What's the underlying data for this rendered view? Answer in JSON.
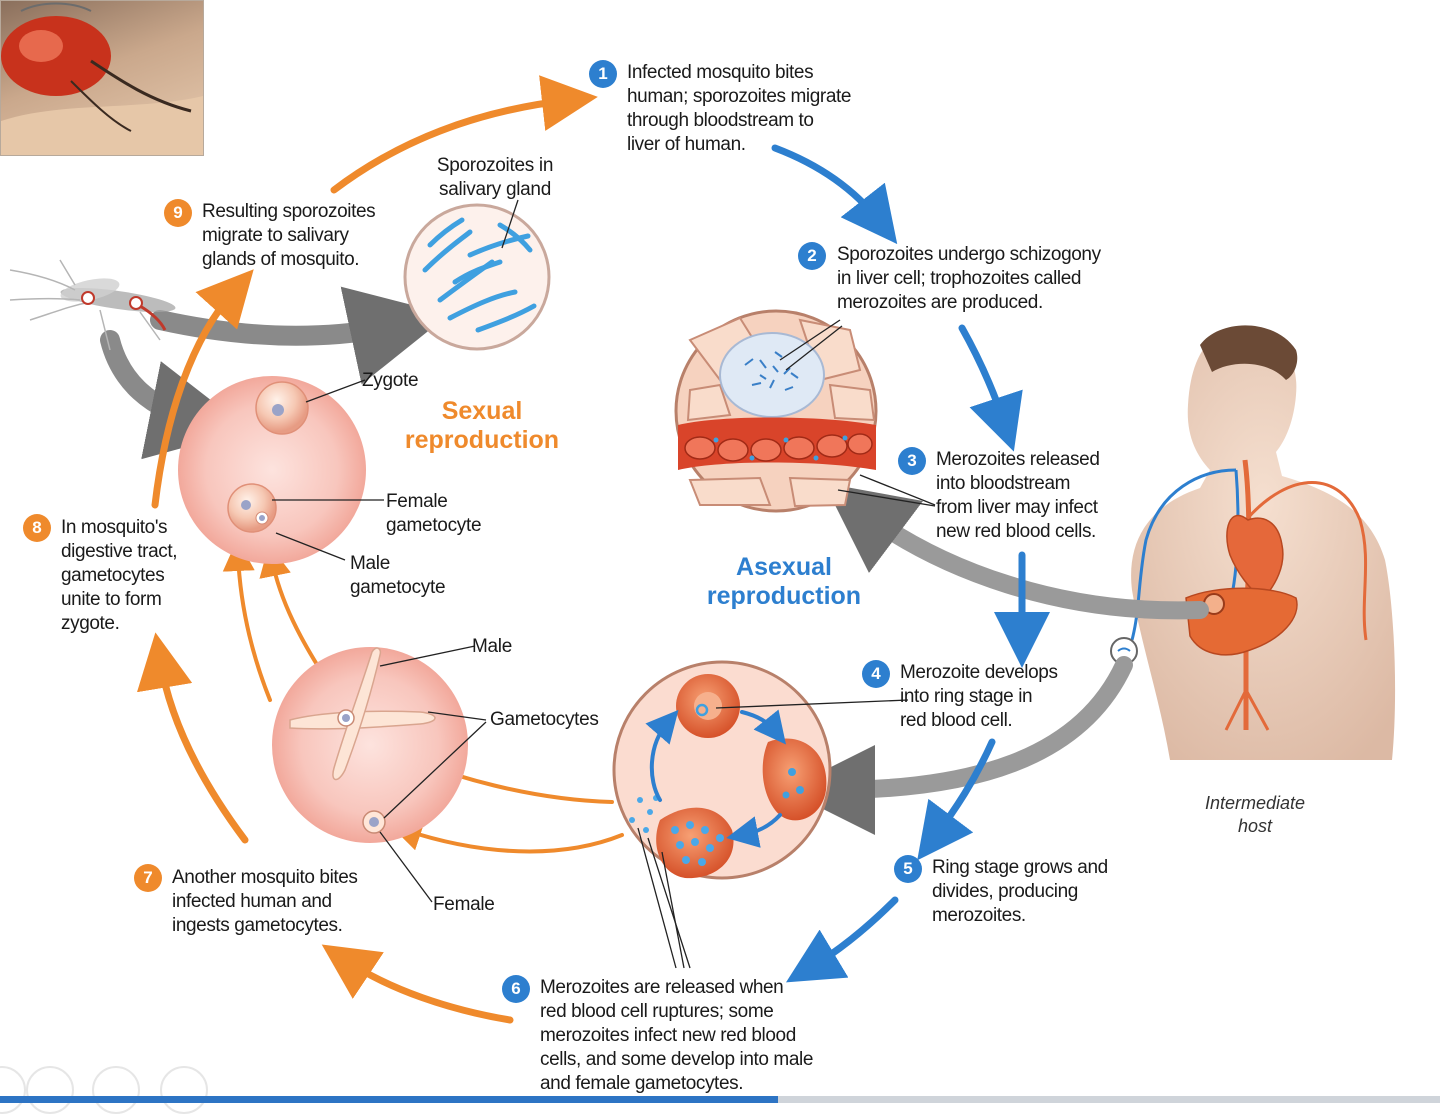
{
  "steps": [
    {
      "num": "1",
      "lines": [
        "Infected mosquito bites",
        "human; sporozoites migrate",
        "through bloodstream to",
        "liver of human."
      ]
    },
    {
      "num": "2",
      "lines": [
        "Sporozoites undergo schizogony",
        "in liver cell; trophozoites called",
        "merozoites are produced."
      ]
    },
    {
      "num": "3",
      "lines": [
        "Merozoites released",
        "into bloodstream",
        "from liver may infect",
        "new red blood cells."
      ]
    },
    {
      "num": "4",
      "lines": [
        "Merozoite develops",
        "into ring stage in",
        "red blood cell."
      ]
    },
    {
      "num": "5",
      "lines": [
        "Ring stage grows and",
        "divides, producing",
        "merozoites."
      ]
    },
    {
      "num": "6",
      "lines": [
        "Merozoites are released when",
        "red blood cell ruptures; some",
        "merozoites infect new red blood",
        "cells, and some develop into male",
        "and female gametocytes."
      ]
    },
    {
      "num": "7",
      "lines": [
        "Another mosquito bites",
        "infected human and",
        "ingests gametocytes."
      ]
    },
    {
      "num": "8",
      "lines": [
        "In mosquito's",
        "digestive tract,",
        "gametocytes",
        "unite to form",
        "zygote."
      ]
    },
    {
      "num": "9",
      "lines": [
        "Resulting sporozoites",
        "migrate to salivary",
        "glands of mosquito."
      ]
    }
  ],
  "labels": {
    "sporozoites_gland": [
      "Sporozoites in",
      "salivary gland"
    ],
    "zygote": "Zygote",
    "female_gametocyte": [
      "Female",
      "gametocyte"
    ],
    "male_gametocyte": [
      "Male",
      "gametocyte"
    ],
    "male": "Male",
    "gametocytes": "Gametocytes",
    "female": "Female"
  },
  "phases": {
    "sexual": [
      "Sexual",
      "reproduction"
    ],
    "asexual": [
      "Asexual",
      "reproduction"
    ]
  },
  "host_label": [
    "Intermediate",
    "host"
  ],
  "colors": {
    "sexual": "#ef8a2c",
    "asexual": "#2d7fcf",
    "host_arrow": "#8c8c8c"
  },
  "presentation": {
    "progress": 0.54
  }
}
